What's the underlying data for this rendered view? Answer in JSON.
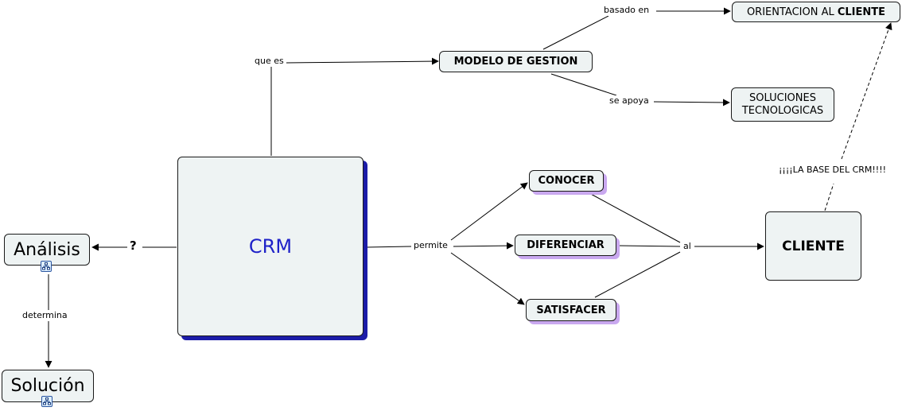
{
  "diagram": {
    "nodes": {
      "crm": "CRM",
      "modelo": "MODELO DE GESTION",
      "orientacion_prefix": "ORIENTACION AL ",
      "orientacion_strong": "CLIENTE",
      "soluciones_line1": "SOLUCIONES",
      "soluciones_line2": "TECNOLOGICAS",
      "conocer": "CONOCER",
      "diferenciar": "DIFERENCIAR",
      "satisfacer": "SATISFACER",
      "cliente": "CLIENTE",
      "analisis": "Análisis",
      "solucion": "Solución"
    },
    "links": {
      "que_es": "que es",
      "basado_en": "basado en",
      "se_apoya": "se apoya",
      "permite": "permite",
      "al": "al",
      "question": "?",
      "determina": "determina",
      "base_crm": "¡¡¡¡LA BASE DEL CRM!!!!"
    },
    "icons": {
      "analisis_icon": "concept-map-icon",
      "solucion_icon": "concept-map-icon"
    },
    "colors": {
      "node_fill": "#eef3f3",
      "crm_text": "#1f22c8",
      "crm_shadow": "#1c1ca8",
      "purple_shadow": "#c9a8ef"
    }
  }
}
